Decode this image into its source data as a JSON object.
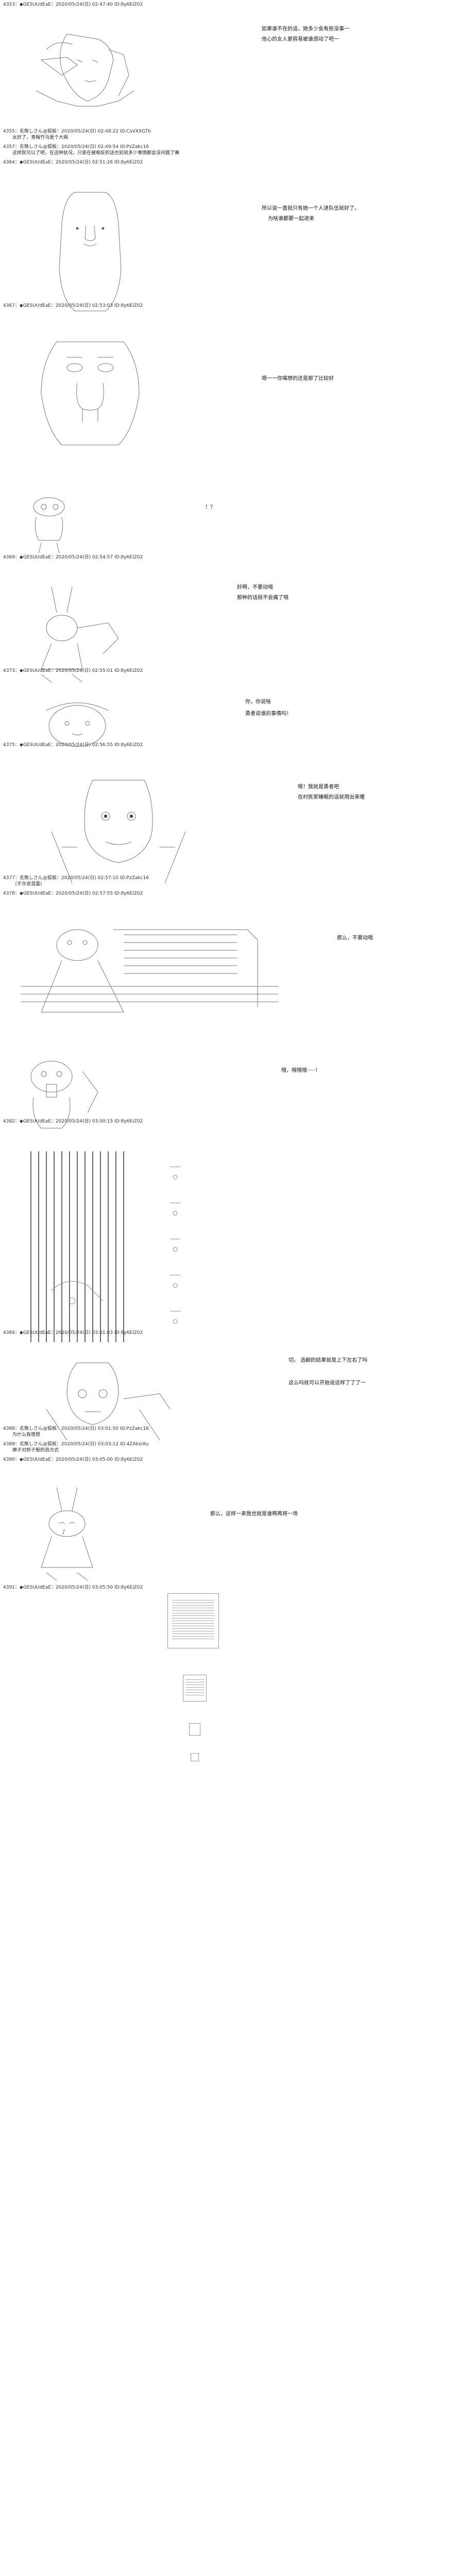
{
  "posts": [
    {
      "id": "p4353",
      "header": "4353：◆GESUt/dEaE：2020/05/24(日) 02:47:40 ID:8y6EiZ02"
    },
    {
      "id": "p4355",
      "header": "4355：名無しさん@狐板：2020/05/24(日) 02:48:22 ID:CsVXXGTb",
      "text": "太好了，青梅竹马是个大祸"
    },
    {
      "id": "p4357",
      "header": "4357：名無しさん@狐板：2020/05/24(日) 02:49:54 ID:PzZakc16",
      "text": "这样就可以了吧，在这种状况，只是在被相反的话也别说多少事情都会没问题了嘛"
    },
    {
      "id": "p4364",
      "header": "4364：◆GESUt/dEaE：2020/05/24(日) 02:51:26 ID:8y6EiZ02"
    },
    {
      "id": "p4367",
      "header": "4367：◆GESUt/dEaE：2020/05/24(日) 02:53:03 ID:8y6EiZ02"
    },
    {
      "id": "p4369",
      "header": "4369：◆GESUt/dEaE：2020/05/24(日) 02:54:57 ID:8y6EiZ02"
    },
    {
      "id": "p4373",
      "header": "4373：◆GESUt/dEaE：2020/05/24(日) 02:55:01 ID:8y6EiZ02"
    },
    {
      "id": "p4375",
      "header": "4375：◆GESUt/dEaE：2020/05/24(日) 02:56:55 ID:8y6EiZ02"
    },
    {
      "id": "p4377",
      "header": "4377：名無しさん@狐板：2020/05/24(日) 02:57:10 ID:PzZakc16",
      "text": "（不许说混蛋）"
    },
    {
      "id": "p4378",
      "header": "4378：◆GESUt/dEaE：2020/05/24(日) 02:57:55 ID:8y6EiZ02"
    },
    {
      "id": "p4382",
      "header": "4382：◆GESUt/dEaE：2020/05/24(日) 03:00:15 ID:8y6EiZ02"
    },
    {
      "id": "p4384",
      "header": "4384：◆GESUt/dEaE：2020/05/24(日) 03:01:03 ID:8y6EiZ02"
    },
    {
      "id": "p4388",
      "header": "4388：名無しさん@狐板：2020/05/24(日) 03:01:50 ID:PzZakc16",
      "text": "为什么有感想"
    },
    {
      "id": "p4389",
      "header": "4389：名無しさん@狐板：2020/05/24(日) 03:03:12 ID:4ZAkz/Au",
      "text": "狮子对抓子般的逃方式"
    },
    {
      "id": "p4390",
      "header": "4390：◆GESUt/dEaE：2020/05/24(日) 03:05:00 ID:8y6EiZ02"
    },
    {
      "id": "p4391",
      "header": "4391：◆GESUt/dEaE：2020/05/24(日) 03:05:50 ID:8y6EiZ02"
    }
  ],
  "speech": {
    "s1a": "如果谁不在的话，她多少会有些没事一",
    "s1b": "他心的女人更容易被谁感动了吧一",
    "s2a": "所以说一直就只有她一个人进队伍就好了。",
    "s2b": "为啥谁都要一起进来",
    "s3": "嗯一一你嘴想的还是那了比较好",
    "s4": "！？",
    "s5a": "好啊，不要动哦",
    "s5b": "那种的话就不会痛了哦",
    "s6a": "你，你说啥",
    "s6b": "勇者说谁的事情吗！",
    "s7a": "嗯！我就是勇者吧",
    "s7b": "在村民家睡眠的话就用出来喔",
    "s8": "那么，不要动哦",
    "s9": "哦，哦哦哦·····！",
    "s10a": "切。 选翻的结果就是上下左右了吗",
    "s10b": "这么吗就可以开始说这样了了了一",
    "s11": "那么，这样一来我也就是谁啊再将一场"
  },
  "decor": {
    "sparkle": "♪"
  }
}
